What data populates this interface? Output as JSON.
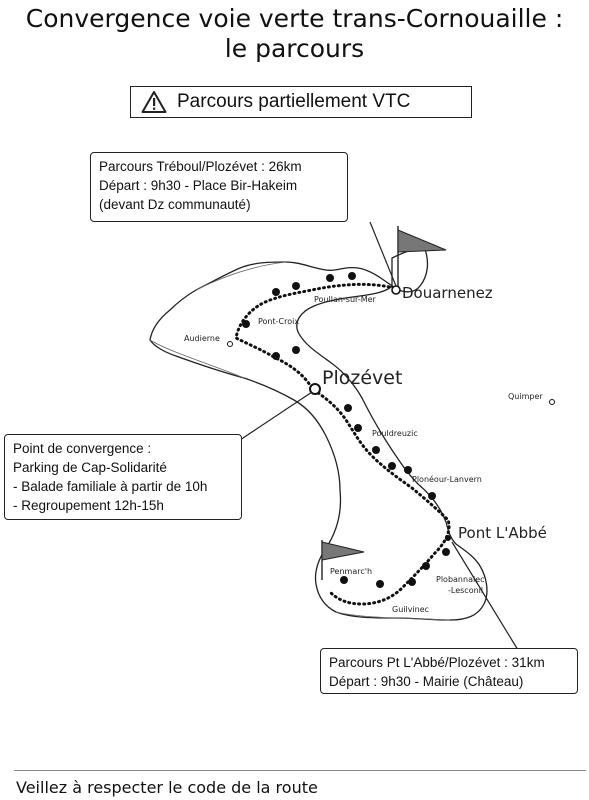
{
  "title": {
    "line1": "Convergence voie verte trans-Cornouaille :",
    "line2": "le parcours"
  },
  "warning": {
    "icon": "warning-triangle-icon",
    "text": "Parcours partiellement VTC"
  },
  "routes": {
    "treboul": {
      "line1": "Parcours Tréboul/Plozévet : 26km",
      "line2": "Départ : 9h30 - Place Bir-Hakeim",
      "line3": "(devant Dz communauté)"
    },
    "convergence": {
      "line1": "Point de convergence :",
      "line2": "Parking de Cap-Solidarité",
      "line3": "- Balade familiale à partir de 10h",
      "line4": "- Regroupement 12h-15h"
    },
    "pontlabbe": {
      "line1": "Parcours Pt L'Abbé/Plozévet : 31km",
      "line2": "Départ : 9h30 - Mairie (Château)"
    }
  },
  "map": {
    "major_places": {
      "douarnenez": "Douarnenez",
      "plozevet": "Plozévet",
      "pontlabbe": "Pont L'Abbé"
    },
    "minor_places": {
      "poullan": "Poullan-sur-Mer",
      "pontcroix": "Pont-Croix",
      "audierne": "Audierne",
      "quimper": "Quimper",
      "pouldreuzic": "Pouldreuzic",
      "plonéour": "Plonéour-Lanvern",
      "penmarch": "Penmarc'h",
      "plobannalec1": "Plobannalec",
      "plobannalec2": "-Lesconil",
      "guilvinec": "Guilvinec"
    }
  },
  "footer": "Veillez à respecter le code de la route"
}
